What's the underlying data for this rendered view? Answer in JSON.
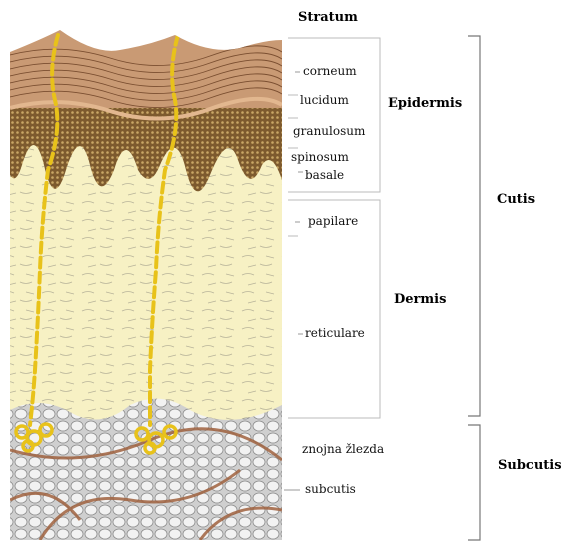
{
  "stratum_heading": "Stratum",
  "layers": {
    "corneum": "corneum",
    "lucidum": "lucidum",
    "granulosum": "granulosum",
    "spinosum": "spinosum",
    "basale": "basale",
    "papilare": "papilare",
    "reticulare": "reticulare",
    "sweat_gland": "znojna žlezda",
    "subcutis_small": "subcutis"
  },
  "groups": {
    "epidermis": "Epidermis",
    "dermis": "Dermis",
    "cutis": "Cutis",
    "subcutis": "Subcutis"
  },
  "colors": {
    "stratum_corneum": "#c99a74",
    "corneum_lines": "#8a5a3a",
    "epidermis_dark": "#8c6a3a",
    "dermis_fill": "#f6f0c2",
    "duct_yellow": "#e8c21a",
    "subcutis_fat": "#d9d9d9",
    "subcutis_septa": "#a0623f",
    "bracket": "#777777"
  }
}
